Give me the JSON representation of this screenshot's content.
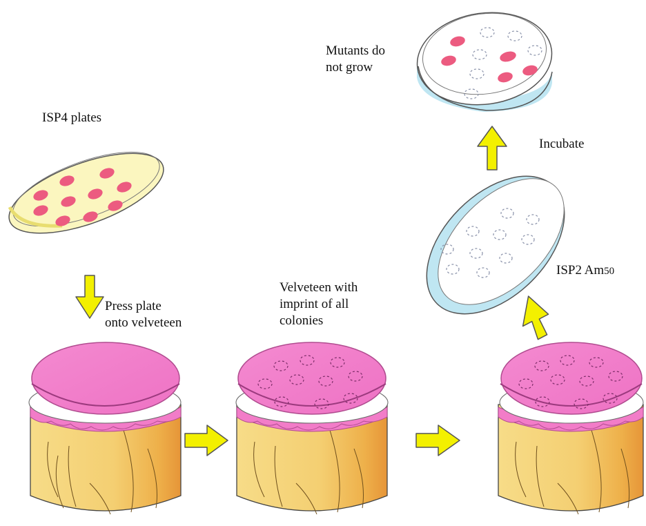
{
  "labels": {
    "mutants_line1": "Mutants do",
    "mutants_line2": "not grow",
    "isp4": "ISP4 plates",
    "incubate": "Incubate",
    "isp2_main": "ISP2 Am",
    "isp2_sub": "50",
    "press_line1": "Press plate",
    "press_line2": "onto velveteen",
    "velveteen_line1": "Velveteen with",
    "velveteen_line2": "imprint of all",
    "velveteen_line3": "colonies"
  },
  "colors": {
    "colony": "#ec5b80",
    "isp4_agar": "#fbf6bf",
    "isp2_agar": "#bfe6f2",
    "velveteen": "#f27cc8",
    "wood": "#f3d27a",
    "wood_shadow": "#e7a040",
    "arrow_fill": "#f3f000",
    "arrow_stroke": "#555555"
  }
}
